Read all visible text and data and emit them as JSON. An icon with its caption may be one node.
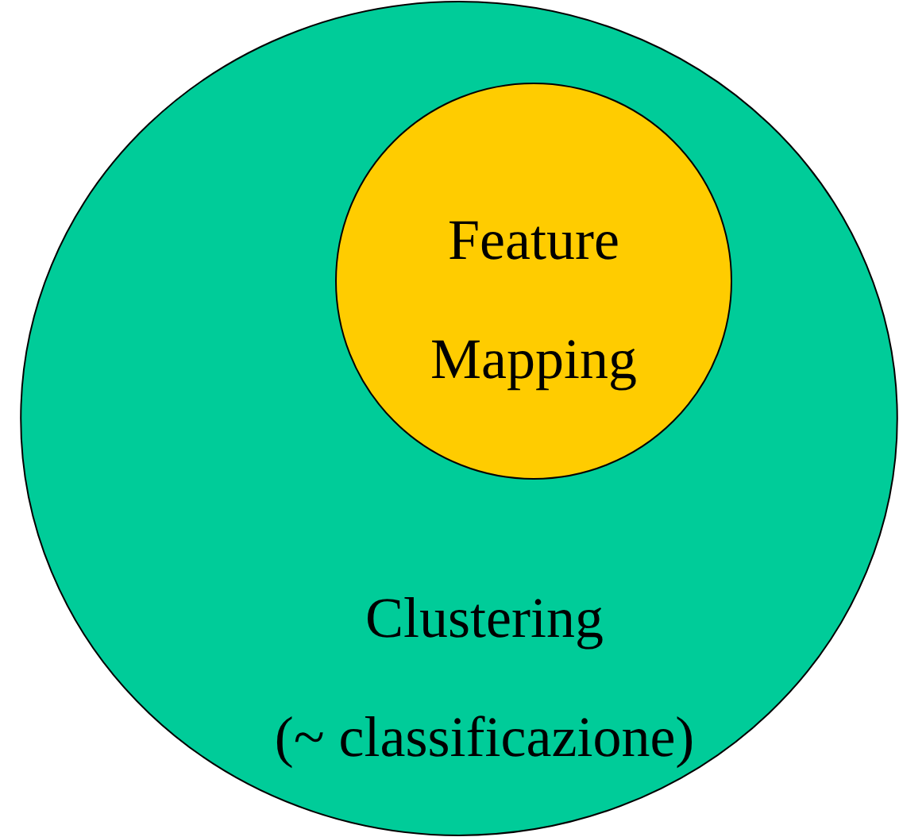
{
  "diagram": {
    "nodes": [
      {
        "text": [
          "Clustering",
          "(~ classificazione)"
        ]
      },
      {
        "text": [
          "Feature Mapping"
        ],
        "in": 0
      }
    ]
  }
}
